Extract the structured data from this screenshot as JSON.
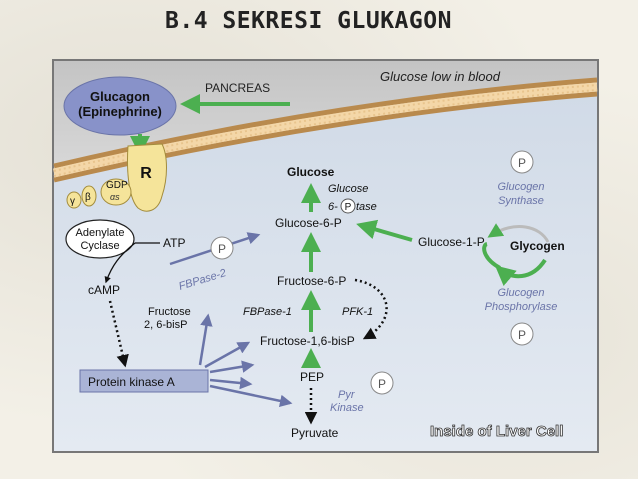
{
  "slide_title": "B.4 SEKRESI GLUKAGON",
  "header_text": "Glucose low in blood",
  "footer_label": "Inside of Liver Cell",
  "hormone": {
    "line1": "Glucagon",
    "line2": "(Epinephrine)"
  },
  "pancreas_label": "PANCREAS",
  "receptor": {
    "label": "R",
    "gdp": "GDP",
    "alpha": "αs",
    "gamma": "γ",
    "beta": "β"
  },
  "adenylate_cyclase": {
    "line1": "Adenylate",
    "line2": "Cyclase"
  },
  "atp": "ATP",
  "camp": "cAMP",
  "protein_kinase": "Protein kinase A",
  "phosphate": "P",
  "fbpase2": "FBPase-2",
  "fructose26": {
    "line1": "Fructose",
    "line2": "2, 6-bisP"
  },
  "metabolites": {
    "glucose": "Glucose",
    "glucose6p": "Glucose-6-P",
    "fructose6p": "Fructose-6-P",
    "fructose16": "Fructose-1,6-bisP",
    "pep": "PEP",
    "pyruvate": "Pyruvate",
    "glucose1p": "Glucose-1-P",
    "glycogen": "Glycogen"
  },
  "enzymes": {
    "g6pase_line1": "Glucose",
    "g6pase_pre": "6-",
    "g6pase_post": "tase",
    "fbpase1": "FBPase-1",
    "pfk1": "PFK-1",
    "pyr_kinase_line1": "Pyr",
    "pyr_kinase_line2": "Kinase",
    "glycogen_synthase_line1": "Glucogen",
    "glycogen_synthase_line2": "Synthase",
    "glycogen_phosphorylase_line1": "Glucogen",
    "glycogen_phosphorylase_line2": "Phosphorylase"
  }
}
